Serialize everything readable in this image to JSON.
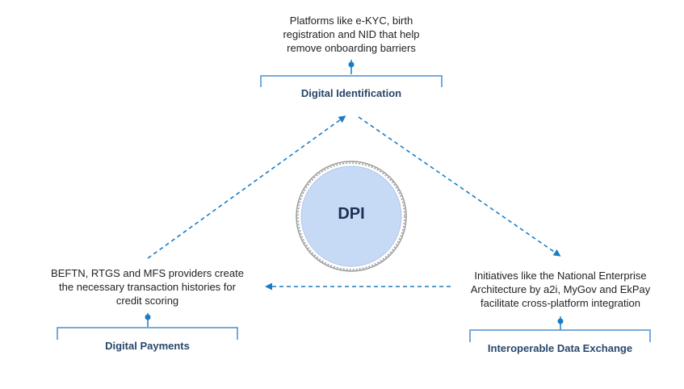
{
  "center": {
    "label": "DPI"
  },
  "top": {
    "description": [
      "Platforms like e-KYC, birth",
      "registration  and NID that help",
      "remove onboarding barriers"
    ],
    "title": "Digital Identification"
  },
  "left": {
    "description": [
      "BEFTN, RTGS and MFS providers create",
      "the necessary transaction histories for",
      "credit scoring"
    ],
    "title": "Digital Payments"
  },
  "right": {
    "description": [
      "Initiatives like the National Enterprise",
      "Architecture by a2i, MyGov and EkPay",
      "facilitate cross-platform integration"
    ],
    "title": "Interoperable Data Exchange"
  },
  "colors": {
    "accent": "#1a7cc4",
    "bracket": "#4a8ed0",
    "circle_fill": "#c6d9f5",
    "circle_border": "#9a9a9a",
    "title_text": "#27476b"
  }
}
